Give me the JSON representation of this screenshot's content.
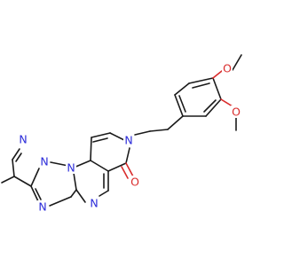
{
  "molecule": {
    "colors": {
      "carbon_bond": "#1a1a1a",
      "nitrogen": "#2b2bd9",
      "oxygen": "#d92b2b",
      "background": "#ffffff"
    },
    "atom_labels": [
      {
        "id": "n-pyridine",
        "text": "N",
        "color": "#2b2bd9"
      },
      {
        "id": "n-triazole-top",
        "text": "N",
        "color": "#2b2bd9"
      },
      {
        "id": "n-triazole-bridge",
        "text": "N",
        "color": "#2b2bd9"
      },
      {
        "id": "n-triazole-bottom",
        "text": "N",
        "color": "#2b2bd9"
      },
      {
        "id": "n-pyrimidine",
        "text": "N",
        "color": "#2b2bd9"
      },
      {
        "id": "n-pyridinone",
        "text": "N",
        "color": "#2b2bd9"
      },
      {
        "id": "o-carbonyl",
        "text": "O",
        "color": "#d92b2b"
      },
      {
        "id": "o-methoxy-1",
        "text": "O",
        "color": "#d92b2b"
      },
      {
        "id": "o-methoxy-2",
        "text": "O",
        "color": "#d92b2b"
      }
    ]
  }
}
